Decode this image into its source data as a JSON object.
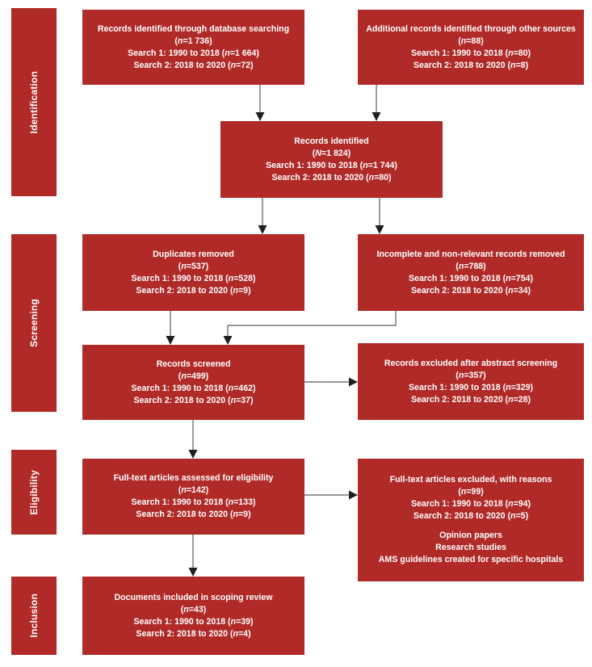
{
  "figure_title": "PRISMA-style study selection flow diagram",
  "colors": {
    "box": "#B02A28",
    "text": "#ffffff",
    "connector": "#58595B",
    "arrowhead": "#1f1f1f",
    "background": "#ffffff"
  },
  "sidebar": {
    "items": [
      {
        "label": "Identification"
      },
      {
        "label": "Screening"
      },
      {
        "label": "Eligibility"
      },
      {
        "label": "Inclusion"
      }
    ]
  },
  "boxes": [
    {
      "name": "records-db-search",
      "lines": [
        "Records identified through database searching",
        "(n=1 736)",
        "Search 1: 1990 to 2018 (n=1 664)",
        "Search 2: 2018 to 2020 (n=72)"
      ]
    },
    {
      "name": "records-other-sources",
      "lines": [
        "Additional records identified through other sources",
        "(n=88)",
        "Search 1: 1990 to 2018 (n=80)",
        "Search 2: 2018 to 2020 (n=8)"
      ]
    },
    {
      "name": "records-identified",
      "lines": [
        "Records identified",
        "(N=1 824)",
        "Search 1: 1990 to 2018 (n=1 744)",
        "Search 2: 2018 to 2020 (n=80)"
      ]
    },
    {
      "name": "duplicates-removed",
      "lines": [
        "Duplicates removed",
        "(n=537)",
        "Search 1: 1990 to 2018 (n=528)",
        "Search 2: 2018 to 2020 (n=9)"
      ]
    },
    {
      "name": "incomplete-removed",
      "lines": [
        "Incomplete and non-relevant records removed",
        "(n=788)",
        "Search 1: 1990 to 2018 (n=754)",
        "Search 2: 2018 to 2020 (n=34)"
      ]
    },
    {
      "name": "records-screened",
      "lines": [
        "Records screened",
        "(n=499)",
        "Search 1: 1990 to 2018 (n=462)",
        "Search 2: 2018 to 2020 (n=37)"
      ]
    },
    {
      "name": "records-excluded-abstract",
      "lines": [
        "Records excluded after abstract screening",
        "(n=357)",
        "Search 1: 1990 to 2018 (n=329)",
        "Search 2: 2018 to 2020 (n=28)"
      ]
    },
    {
      "name": "fulltext-assessed",
      "lines": [
        "Full-text articles assessed for eligibility",
        "(n=142)",
        "Search 1: 1990 to 2018 (n=133)",
        "Search 2: 2018 to 2020 (n=9)"
      ]
    },
    {
      "name": "fulltext-excluded",
      "lines": [
        "Full-text articles excluded, with reasons",
        "(n=99)",
        "Search 1: 1990 to 2018 (n=94)",
        "Search 2: 2018 to 2020 (n=5)"
      ],
      "reasons": [
        "Opinion papers",
        "Research studies",
        "AMS guidelines created for specific hospitals"
      ]
    },
    {
      "name": "documents-included",
      "lines": [
        "Documents included in scoping review",
        "(n=43)",
        "Search 1: 1990 to 2018 (n=39)",
        "Search 2: 2018 to 2020 (n=4)"
      ]
    }
  ]
}
